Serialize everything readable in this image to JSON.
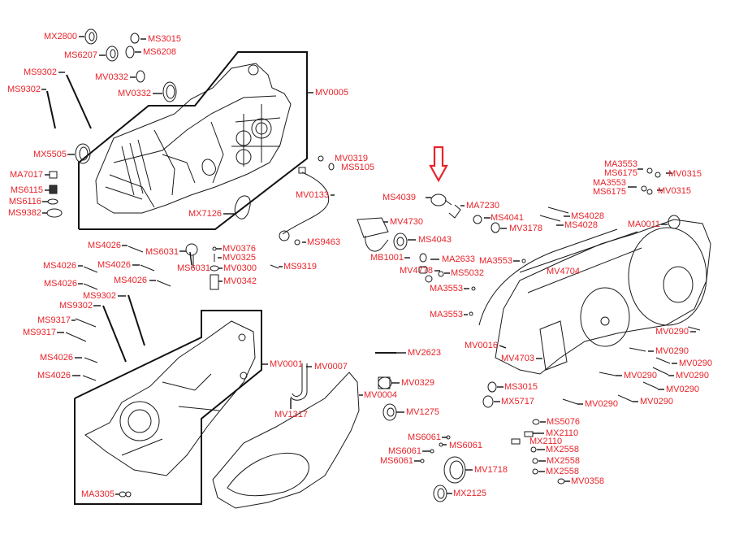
{
  "diagram": {
    "title": "Engine crankcase and transmission cover — exploded parts view",
    "highlight_arrow": {
      "color": "#e8232a",
      "points_to": "MS4039",
      "icon": "down-arrow-outline"
    },
    "label_color": "#e8232a",
    "line_color": "#111111",
    "groups": {
      "right_crankcase": {
        "label": "MV0005"
      },
      "left_crankcase": {
        "label": "MV0001"
      },
      "transmission_cover": {
        "label": "MV4704"
      }
    },
    "labels": [
      {
        "id": "l1",
        "text": "MX2800"
      },
      {
        "id": "l2",
        "text": "MS3015"
      },
      {
        "id": "l3",
        "text": "MS6207"
      },
      {
        "id": "l4",
        "text": "MS6208"
      },
      {
        "id": "l5",
        "text": "MS9302"
      },
      {
        "id": "l6",
        "text": "MS9302"
      },
      {
        "id": "l7",
        "text": "MV0332"
      },
      {
        "id": "l8",
        "text": "MV0332"
      },
      {
        "id": "l9",
        "text": "MV0005"
      },
      {
        "id": "l10",
        "text": "MX5505"
      },
      {
        "id": "l11",
        "text": "MA7017"
      },
      {
        "id": "l12",
        "text": "MS6115"
      },
      {
        "id": "l13",
        "text": "MS6116"
      },
      {
        "id": "l14",
        "text": "MS9382"
      },
      {
        "id": "l15",
        "text": "MX7126"
      },
      {
        "id": "l16",
        "text": "MV0319"
      },
      {
        "id": "l17",
        "text": "MS5105"
      },
      {
        "id": "l18",
        "text": "MV0133"
      },
      {
        "id": "l19",
        "text": "MS9463"
      },
      {
        "id": "l20",
        "text": "MS4039"
      },
      {
        "id": "l21",
        "text": "MA7230"
      },
      {
        "id": "l22",
        "text": "MV4730"
      },
      {
        "id": "l23",
        "text": "MS4041"
      },
      {
        "id": "l24",
        "text": "MV3178"
      },
      {
        "id": "l25",
        "text": "MS4043"
      },
      {
        "id": "l26",
        "text": "MB1001"
      },
      {
        "id": "l27",
        "text": "MA2633"
      },
      {
        "id": "l28",
        "text": "MV4778"
      },
      {
        "id": "l29",
        "text": "MS5032"
      },
      {
        "id": "l30",
        "text": "MA3553"
      },
      {
        "id": "l31",
        "text": "MA3553"
      },
      {
        "id": "l32",
        "text": "MA3553"
      },
      {
        "id": "l33",
        "text": "MS4028"
      },
      {
        "id": "l34",
        "text": "MS4028"
      },
      {
        "id": "l35",
        "text": "MA3553"
      },
      {
        "id": "l36",
        "text": "MS6175"
      },
      {
        "id": "l37",
        "text": "MV0315"
      },
      {
        "id": "l38",
        "text": "MA3553"
      },
      {
        "id": "l39",
        "text": "MS6175"
      },
      {
        "id": "l40",
        "text": "MV0315"
      },
      {
        "id": "l41",
        "text": "MA0011"
      },
      {
        "id": "l42",
        "text": "MV4704"
      },
      {
        "id": "l43",
        "text": "MS4026"
      },
      {
        "id": "l44",
        "text": "MS6031"
      },
      {
        "id": "l45",
        "text": "MV0376"
      },
      {
        "id": "l46",
        "text": "MV0325"
      },
      {
        "id": "l47",
        "text": "MS4026"
      },
      {
        "id": "l48",
        "text": "MS4026"
      },
      {
        "id": "l49",
        "text": "MS6031"
      },
      {
        "id": "l50",
        "text": "MV0300"
      },
      {
        "id": "l51",
        "text": "MS9319"
      },
      {
        "id": "l52",
        "text": "MS4026"
      },
      {
        "id": "l53",
        "text": "MS4026"
      },
      {
        "id": "l54",
        "text": "MV0342"
      },
      {
        "id": "l55",
        "text": "MS9302"
      },
      {
        "id": "l56",
        "text": "MS9302"
      },
      {
        "id": "l57",
        "text": "MS9317"
      },
      {
        "id": "l58",
        "text": "MS9317"
      },
      {
        "id": "l59",
        "text": "MS4026"
      },
      {
        "id": "l60",
        "text": "MS4026"
      },
      {
        "id": "l61",
        "text": "MV0001"
      },
      {
        "id": "l62",
        "text": "MV0007"
      },
      {
        "id": "l63",
        "text": "MV1317"
      },
      {
        "id": "l64",
        "text": "MV0004"
      },
      {
        "id": "l65",
        "text": "MV2623"
      },
      {
        "id": "l66",
        "text": "MV0329"
      },
      {
        "id": "l67",
        "text": "MV1275"
      },
      {
        "id": "l68",
        "text": "MV0016"
      },
      {
        "id": "l69",
        "text": "MV4703"
      },
      {
        "id": "l70",
        "text": "MV0290"
      },
      {
        "id": "l71",
        "text": "MV0290"
      },
      {
        "id": "l72",
        "text": "MV0290"
      },
      {
        "id": "l73",
        "text": "MV0290"
      },
      {
        "id": "l74",
        "text": "MV0290"
      },
      {
        "id": "l75",
        "text": "MV0290"
      },
      {
        "id": "l76",
        "text": "MV0290"
      },
      {
        "id": "l77",
        "text": "MV0290"
      },
      {
        "id": "l78",
        "text": "MS3015"
      },
      {
        "id": "l79",
        "text": "MX5717"
      },
      {
        "id": "l80",
        "text": "MS5076"
      },
      {
        "id": "l81",
        "text": "MX2110"
      },
      {
        "id": "l82",
        "text": "MX2110"
      },
      {
        "id": "l83",
        "text": "MX2558"
      },
      {
        "id": "l84",
        "text": "MX2558"
      },
      {
        "id": "l85",
        "text": "MX2558"
      },
      {
        "id": "l86",
        "text": "MV0358"
      },
      {
        "id": "l87",
        "text": "MS6061"
      },
      {
        "id": "l88",
        "text": "MS6061"
      },
      {
        "id": "l89",
        "text": "MS6061"
      },
      {
        "id": "l90",
        "text": "MS6061"
      },
      {
        "id": "l91",
        "text": "MV1718"
      },
      {
        "id": "l92",
        "text": "MX2125"
      },
      {
        "id": "l93",
        "text": "MA3305"
      }
    ]
  }
}
